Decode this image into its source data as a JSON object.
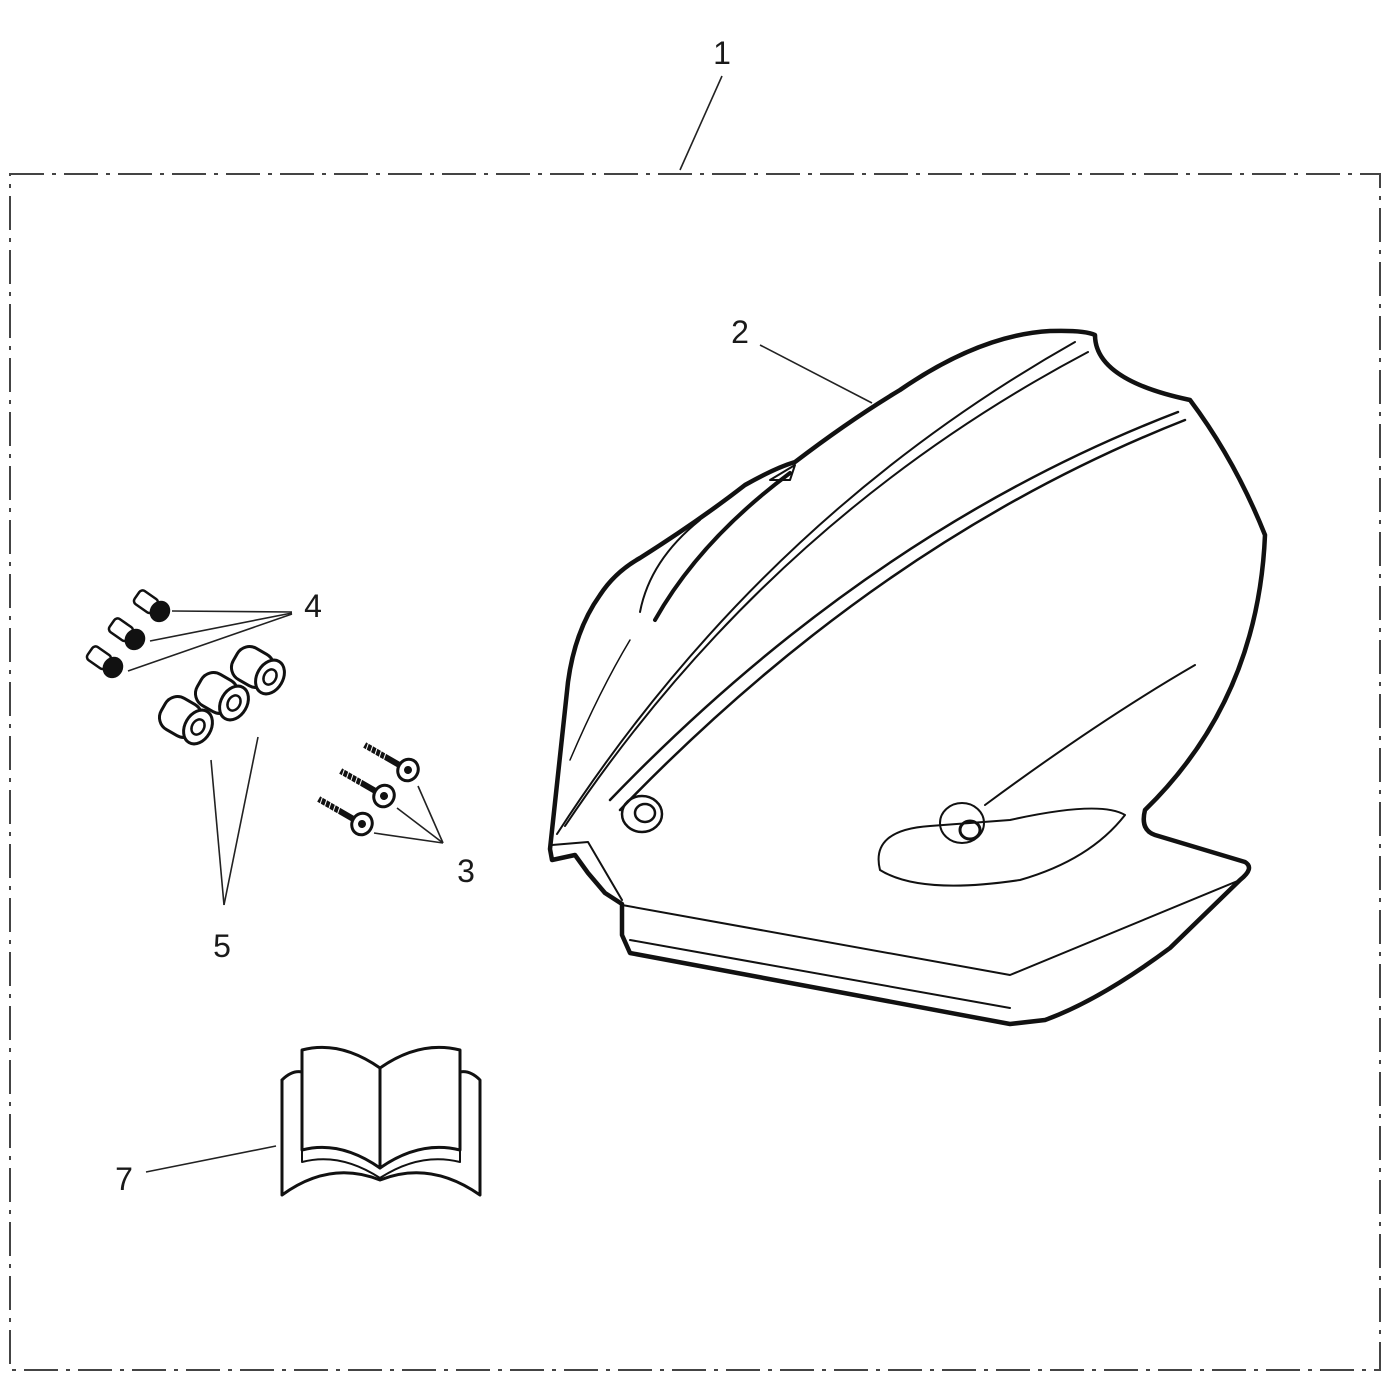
{
  "diagram": {
    "callouts": {
      "kit": "1",
      "screen": "2",
      "screws": "3",
      "bolts": "4",
      "spacers": "5",
      "instructions": "7"
    }
  }
}
